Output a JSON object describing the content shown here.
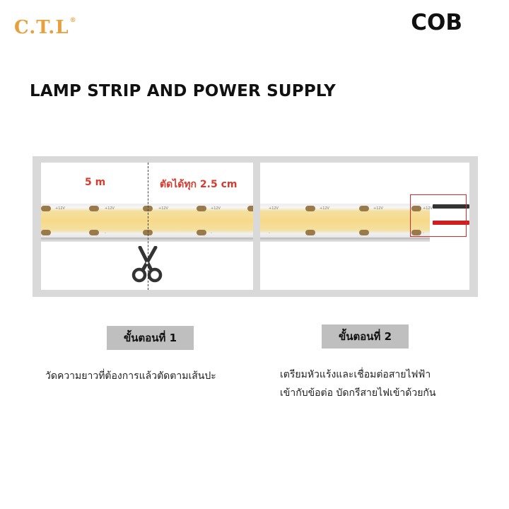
{
  "header": {
    "logo_text": "C.T.L",
    "logo_mark": "®",
    "badge": "COB"
  },
  "title": "LAMP STRIP AND POWER SUPPLY",
  "figure": {
    "length_label": "5 m",
    "cut_label": "ตัดได้ทุก 2.5 cm",
    "strip_marking": "+12V",
    "strip_minus": "-"
  },
  "steps": [
    {
      "label": "ขั้นตอนที่ 1",
      "lines": [
        "วัดความยาวที่ต้องการแล้วตัดตามเส้นปะ"
      ]
    },
    {
      "label": "ขั้นตอนที่ 2",
      "lines": [
        "เตรียมหัวแร้งและเชื่อมต่อสายไฟฟ้า",
        "เข้ากับข้อต่อ บัดกรีสายไฟเข้าด้วยกัน"
      ]
    }
  ],
  "colors": {
    "logo": "#e8a03c",
    "accent_red": "#d63b2f",
    "step_box": "#bfbfbf",
    "frame": "#d9d9d9"
  },
  "icons": [
    "scissors-icon"
  ]
}
